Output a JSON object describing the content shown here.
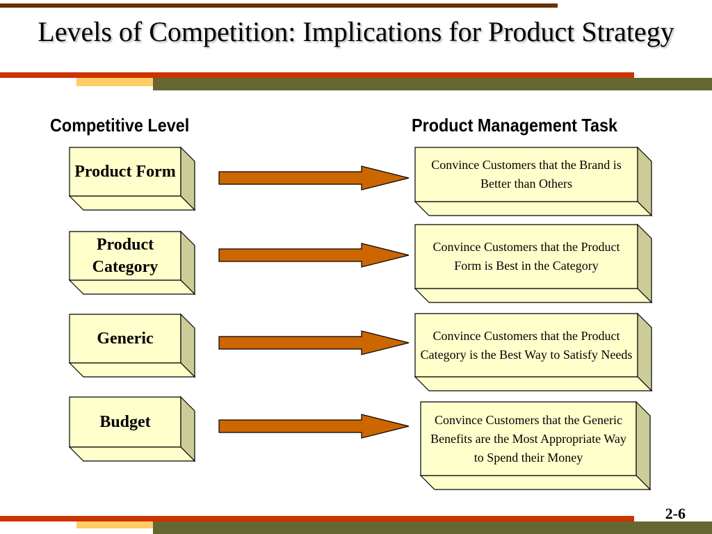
{
  "slide": {
    "title": "Levels of Competition: Implications for Product Strategy",
    "page_number": "2-6"
  },
  "columns": {
    "left_heading": "Competitive Level",
    "right_heading": "Product Management Task"
  },
  "rows": [
    {
      "level": "Product Form",
      "task": "Convince Customers that the Brand is Better than Others"
    },
    {
      "level": "Product Category",
      "task": "Convince Customers that the Product Form is Best in the Category"
    },
    {
      "level": "Generic",
      "task": "Convince Customers that the Product Category is the Best Way to Satisfy Needs"
    },
    {
      "level": "Budget",
      "task": "Convince Customers that the Generic Benefits are the Most Appropriate Way to Spend their Money"
    }
  ],
  "colors": {
    "box_face": "#ffffcc",
    "box_side": "#cccc99",
    "arrow_fill": "#cc6600",
    "stripe_brown": "#663300",
    "stripe_orange": "#cc3300",
    "stripe_yellow": "#ffcc66",
    "stripe_olive": "#666633"
  }
}
